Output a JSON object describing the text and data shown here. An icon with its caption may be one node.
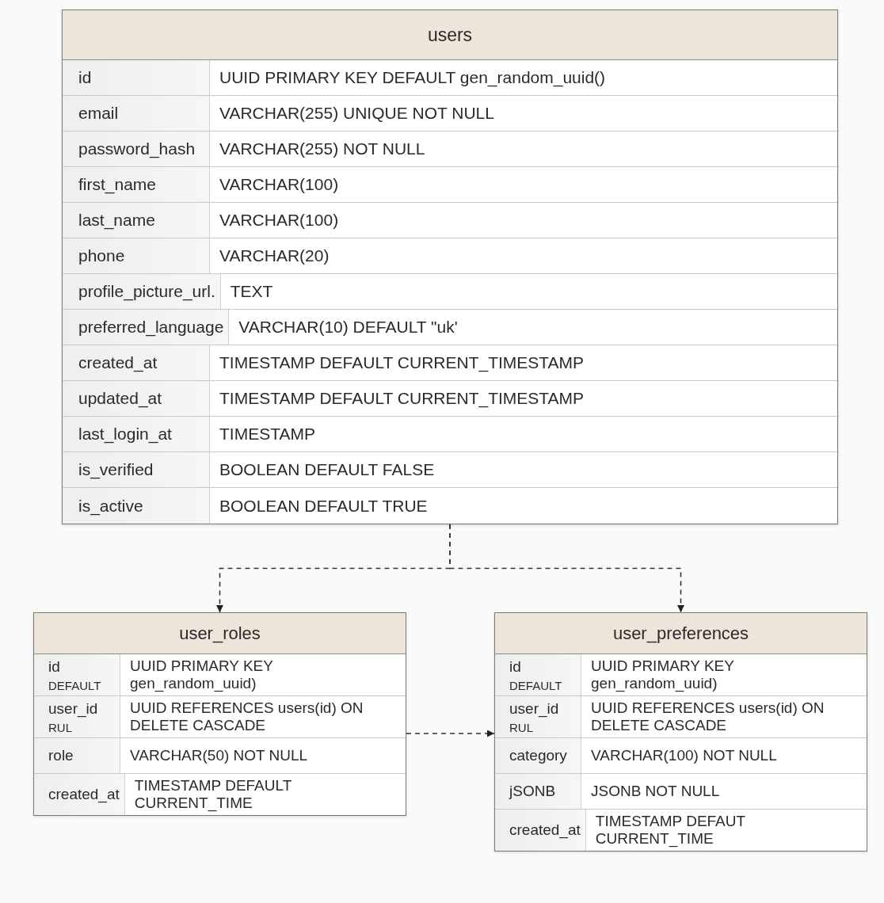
{
  "diagram": {
    "nodes": [
      {
        "text": [
          "users"
        ]
      },
      {
        "text": [
          "id",
          "UUID PRIMARY KEY DEFAULT gen_random_uuid()"
        ],
        "in": 0
      },
      {
        "text": [
          "email",
          "VARCHAR(255) UNIQUE NOT NULL"
        ],
        "in": 0
      },
      {
        "text": [
          "password_hash",
          "VARCHAR(255) NOT NULL"
        ],
        "in": 0
      },
      {
        "text": [
          "first_name",
          "VARCHAR(100)"
        ],
        "in": 0
      },
      {
        "text": [
          "last_name",
          "VARCHAR(100)"
        ],
        "in": 0
      },
      {
        "text": [
          "phone",
          "VARCHAR(20)"
        ],
        "in": 0
      },
      {
        "text": [
          "profile_picture_url.",
          "TEXT"
        ],
        "in": 0
      },
      {
        "text": [
          "preferred_language",
          "VARCHAR(10) DEFAULT \"uk'"
        ],
        "in": 0
      },
      {
        "text": [
          "created_at",
          "TIMESTAMP DEFAULT CURRENT_TIMESTAMP"
        ],
        "in": 0
      },
      {
        "text": [
          "updated_at",
          "TIMESTAMP DEFAULT CURRENT_TIMESTAMP"
        ],
        "in": 0
      },
      {
        "text": [
          "last_login_at",
          "TIMESTAMP"
        ],
        "in": 0
      },
      {
        "text": [
          "is_verified",
          "BOOLEAN DEFAULT FALSE"
        ],
        "in": 0
      },
      {
        "text": [
          "is_active",
          "BOOLEAN DEFAULT TRUE"
        ],
        "in": 0
      },
      {
        "text": [
          "user_roles"
        ]
      },
      {
        "text": [
          "id",
          "DEFAULT",
          "UUID PRIMARY KEY gen_random_uuid)"
        ],
        "in": 14
      },
      {
        "text": [
          "user_id",
          "RUL",
          "UUID REFERENCES users(id) ON DELETE CASCADE"
        ],
        "in": 14
      },
      {
        "text": [
          "role",
          "VARCHAR(50) NOT NULL"
        ],
        "in": 14
      },
      {
        "text": [
          "created_at",
          "TIMESTAMP DEFAULT CURRENT_TIME"
        ],
        "in": 14
      },
      {
        "text": [
          "user_preferences"
        ]
      },
      {
        "text": [
          "id",
          "DEFAULT",
          "UUID PRIMARY KEY gen_random_uuid)"
        ],
        "in": 19
      },
      {
        "text": [
          "user_id",
          "RUL",
          "UUID REFERENCES users(id) ON DELETE CASCADE"
        ],
        "in": 19
      },
      {
        "text": [
          "category",
          "VARCHAR(100) NOT NULL"
        ],
        "in": 19
      },
      {
        "text": [
          "jSONB",
          "JSONB NOT NULL"
        ],
        "in": 19
      },
      {
        "text": [
          "created_at",
          "TIMESTAMP DEFAUT CURRENT_TIME"
        ],
        "in": 19
      }
    ],
    "edges": [
      {
        "from": 0,
        "to": 14,
        "arrow": "to",
        "style": "dashed"
      },
      {
        "from": 0,
        "to": 19,
        "arrow": "to",
        "style": "dashed"
      },
      {
        "from": 14,
        "to": 19,
        "arrow": "to",
        "style": "dashed"
      }
    ]
  }
}
